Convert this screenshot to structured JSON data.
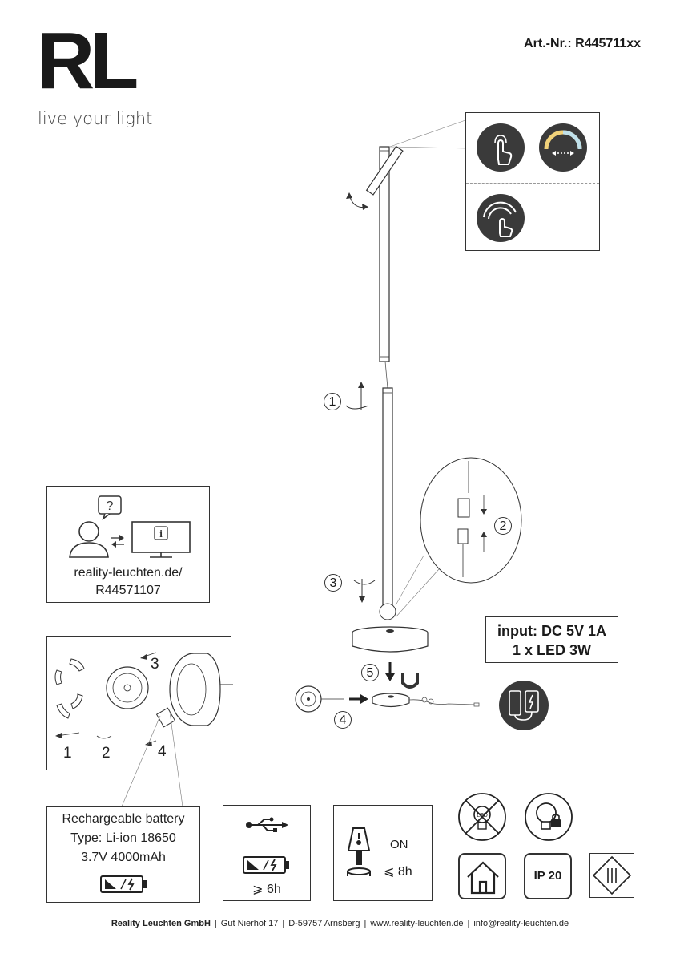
{
  "header": {
    "logo_text": "RL",
    "tagline": "live your light",
    "art_nr_label": "Art.-Nr.:",
    "art_nr_value": "R445711xx"
  },
  "callouts": {
    "step1": "1",
    "step2": "2",
    "step3": "3",
    "step4": "4",
    "step5": "5"
  },
  "support_box": {
    "url_line1": "reality-leuchten.de/",
    "url_line2": "R44571107"
  },
  "specs_box": {
    "line1": "input: DC 5V 1A",
    "line2": "1 x LED 3W"
  },
  "battery_exploded": {
    "label1": "1",
    "label2": "2",
    "label3": "3",
    "label4": "4"
  },
  "battery_info": {
    "line1": "Rechargeable battery",
    "line2": "Type: Li-ion 18650",
    "line3": "3.7V 4000mAh"
  },
  "charge_box": {
    "time": "⩾ 6h"
  },
  "runtime_box": {
    "state": "ON",
    "time": "⩽ 8h"
  },
  "ip_rating": "IP 20",
  "icons": {
    "touch": "touch-icon",
    "color_temp": "color-temperature-icon",
    "dimming": "touch-dimming-icon",
    "usb_c": "usb-c-charging-icon",
    "led_not_replaceable": "led-not-replaceable-icon",
    "led_built_in": "led-lock-icon",
    "indoor": "indoor-house-icon",
    "class3": "protection-class-3-icon"
  },
  "colors": {
    "icon_dark": "#3a3a3a",
    "line": "#333333"
  },
  "footer": {
    "company": "Reality Leuchten GmbH",
    "address1": "Gut Nierhof 17",
    "address2": "D-59757 Arnsberg",
    "website": "www.reality-leuchten.de",
    "email": "info@reality-leuchten.de"
  }
}
